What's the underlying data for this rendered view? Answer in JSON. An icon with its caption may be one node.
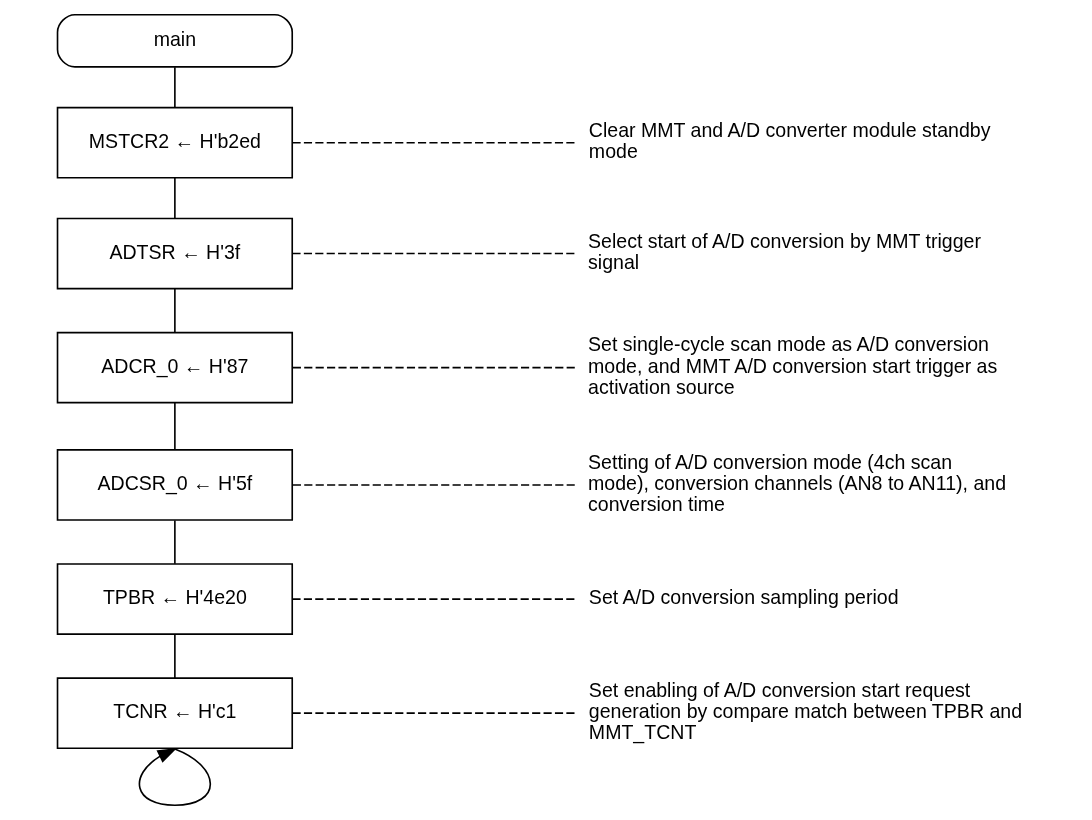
{
  "diagram": {
    "nodes": [
      {
        "text": [
          "main"
        ]
      },
      {
        "text": [
          "MSTCR2 ← H'b2ed"
        ]
      },
      {
        "text": [
          "ADTSR ← H'3f"
        ]
      },
      {
        "text": [
          "ADCR_0 ← H'87"
        ]
      },
      {
        "text": [
          "ADCSR_0 ← H'5f"
        ]
      },
      {
        "text": [
          "TPBR ← H'4e20"
        ]
      },
      {
        "text": [
          "TCNR ← H'c1"
        ]
      },
      {
        "text": [
          "Clear MMT and A/D converter module standby mode"
        ]
      },
      {
        "text": [
          "Select start of A/D conversion by MMT trigger signal"
        ]
      },
      {
        "text": [
          "Set single-cycle scan mode as A/D conversion mode, and MMT A/D conversion start trigger as activation source"
        ]
      },
      {
        "text": [
          "Setting of A/D conversion mode (4ch scan mode), conversion channels (AN8 to AN11), and conversion time"
        ]
      },
      {
        "text": [
          "Set A/D conversion sampling period"
        ]
      },
      {
        "text": [
          "Set enabling of A/D conversion start request generation by compare match between TPBR and MMT_TCNT"
        ]
      }
    ],
    "edges": [
      {
        "from": 0,
        "to": 1,
        "arrow": "none"
      },
      {
        "from": 1,
        "to": 2,
        "arrow": "none"
      },
      {
        "from": 2,
        "to": 3,
        "arrow": "none"
      },
      {
        "from": 3,
        "to": 4,
        "arrow": "none"
      },
      {
        "from": 4,
        "to": 5,
        "arrow": "none"
      },
      {
        "from": 5,
        "to": 6,
        "arrow": "none"
      },
      {
        "from": 6,
        "to": 6,
        "arrow": "to"
      },
      {
        "from": 1,
        "to": 7,
        "arrow": "none",
        "style": "dashed"
      },
      {
        "from": 2,
        "to": 8,
        "arrow": "none",
        "style": "dashed"
      },
      {
        "from": 3,
        "to": 9,
        "arrow": "none",
        "style": "dashed"
      },
      {
        "from": 4,
        "to": 10,
        "arrow": "none",
        "style": "dashed"
      },
      {
        "from": 5,
        "to": 11,
        "arrow": "none",
        "style": "dashed"
      },
      {
        "from": 6,
        "to": 12,
        "arrow": "none",
        "style": "dashed"
      }
    ]
  }
}
